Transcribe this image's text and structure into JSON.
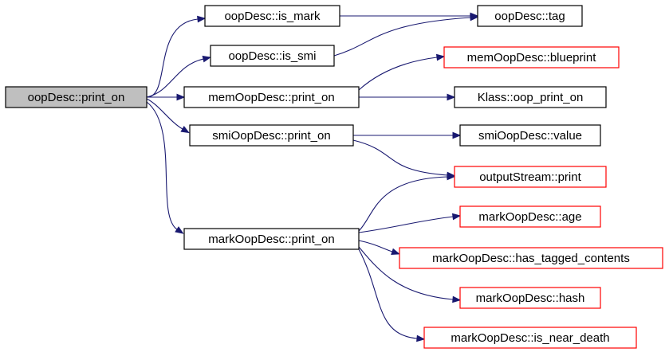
{
  "graph": {
    "colors": {
      "edge": "#191970",
      "node_border": "#000000",
      "root_fill": "#bfbfbf",
      "undocumented_border": "#ff0000",
      "node_fill": "#ffffff"
    },
    "nodes": {
      "root": {
        "label": "oopDesc::print_on",
        "style": "root"
      },
      "is_mark": {
        "label": "oopDesc::is_mark",
        "style": "normal"
      },
      "is_smi": {
        "label": "oopDesc::is_smi",
        "style": "normal"
      },
      "mem_print_on": {
        "label": "memOopDesc::print_on",
        "style": "normal"
      },
      "smi_print_on": {
        "label": "smiOopDesc::print_on",
        "style": "normal"
      },
      "mark_print_on": {
        "label": "markOopDesc::print_on",
        "style": "normal"
      },
      "tag": {
        "label": "oopDesc::tag",
        "style": "normal"
      },
      "blueprint": {
        "label": "memOopDesc::blueprint",
        "style": "red"
      },
      "klass_print": {
        "label": "Klass::oop_print_on",
        "style": "normal"
      },
      "smi_value": {
        "label": "smiOopDesc::value",
        "style": "normal"
      },
      "stream_print": {
        "label": "outputStream::print",
        "style": "red"
      },
      "age": {
        "label": "markOopDesc::age",
        "style": "red"
      },
      "tagged": {
        "label": "markOopDesc::has_tagged_contents",
        "style": "red"
      },
      "hash": {
        "label": "markOopDesc::hash",
        "style": "red"
      },
      "near_death": {
        "label": "markOopDesc::is_near_death",
        "style": "red"
      }
    },
    "edges": [
      {
        "from": "root",
        "to": "is_mark"
      },
      {
        "from": "root",
        "to": "is_smi"
      },
      {
        "from": "root",
        "to": "mem_print_on"
      },
      {
        "from": "root",
        "to": "smi_print_on"
      },
      {
        "from": "root",
        "to": "mark_print_on"
      },
      {
        "from": "is_mark",
        "to": "tag"
      },
      {
        "from": "is_smi",
        "to": "tag"
      },
      {
        "from": "mem_print_on",
        "to": "blueprint"
      },
      {
        "from": "mem_print_on",
        "to": "klass_print"
      },
      {
        "from": "smi_print_on",
        "to": "smi_value"
      },
      {
        "from": "smi_print_on",
        "to": "stream_print"
      },
      {
        "from": "mark_print_on",
        "to": "stream_print"
      },
      {
        "from": "mark_print_on",
        "to": "age"
      },
      {
        "from": "mark_print_on",
        "to": "tagged"
      },
      {
        "from": "mark_print_on",
        "to": "hash"
      },
      {
        "from": "mark_print_on",
        "to": "near_death"
      }
    ]
  }
}
